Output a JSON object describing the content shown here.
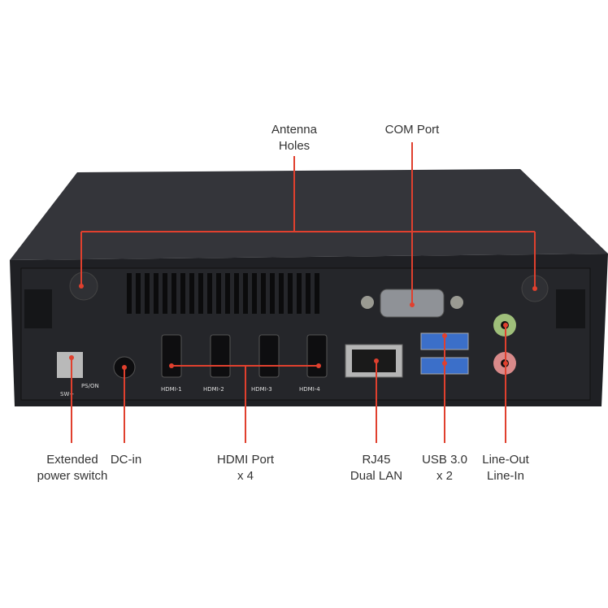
{
  "callouts": {
    "antenna": {
      "line1": "Antenna",
      "line2": "Holes"
    },
    "com": {
      "line1": "COM Port"
    },
    "power_switch": {
      "line1": "Extended",
      "line2": "power switch"
    },
    "dc_in": {
      "line1": "DC-in"
    },
    "hdmi": {
      "line1": "HDMI Port",
      "line2": "x 4"
    },
    "rj45": {
      "line1": "RJ45",
      "line2": "Dual LAN"
    },
    "usb": {
      "line1": "USB 3.0",
      "line2": "x 2"
    },
    "audio": {
      "line1": "Line-Out",
      "line2": "Line-In"
    }
  },
  "panel_labels": {
    "hdmi": [
      "HDMI-1",
      "HDMI-2",
      "HDMI-3",
      "HDMI-4"
    ],
    "sw": "SW+",
    "pson": "PS/ON"
  },
  "colors": {
    "callout_line": "#e0402e",
    "chassis": "#2b2c30",
    "panel": "#1e1f22"
  }
}
